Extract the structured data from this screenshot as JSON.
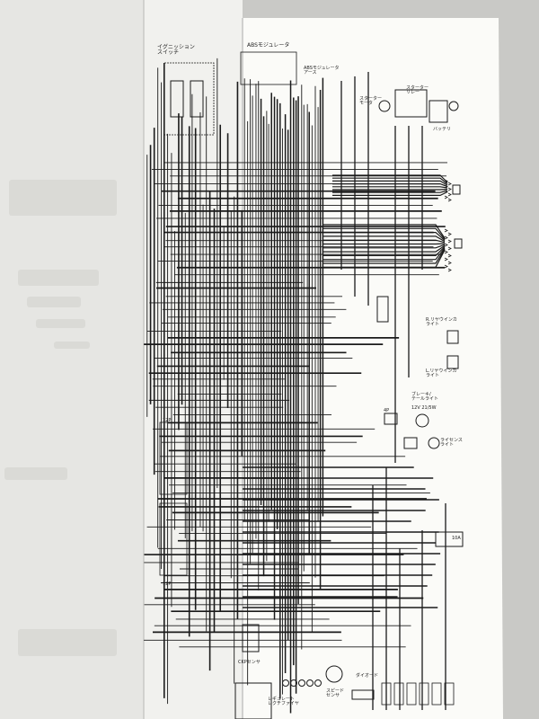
{
  "photo": {
    "subject": "wiring-diagram-page",
    "colors": {
      "background": "#c9c9c6",
      "left_page": "#e6e6e3",
      "middle_page": "#f1f1ee",
      "right_page": "#fbfbf8",
      "ink": "#1a1a1a"
    }
  },
  "diagram": {
    "labels": {
      "ignition_switch": "イグニッション\nスイッチ",
      "abs_modulator": "ABSモジュレータ",
      "abs_modulator_ground": "ABSモジュレータ\nアース",
      "starter_motor": "スターター\nモータ",
      "starter_relay": "スターター\nリレー",
      "battery": "バッテリ",
      "r_rear_winker": "R.リヤウインカ\nライト",
      "l_rear_winker": "L.リヤウインカ\nライト",
      "brake_tail": "ブレーキ/\nテールライト",
      "brake_tail_rating": "12V 21/5W",
      "license_light": "ライセンス\nライト",
      "ckp_sensor": "CKPセンサ",
      "regulator_rectifier": "レギュレート\nレクチファイヤ",
      "diode": "ダイオード",
      "speed_sensor": "スピード\nセンサ",
      "fuse": "10A",
      "connector_12p": "12P",
      "connector_4p": "4P"
    }
  }
}
